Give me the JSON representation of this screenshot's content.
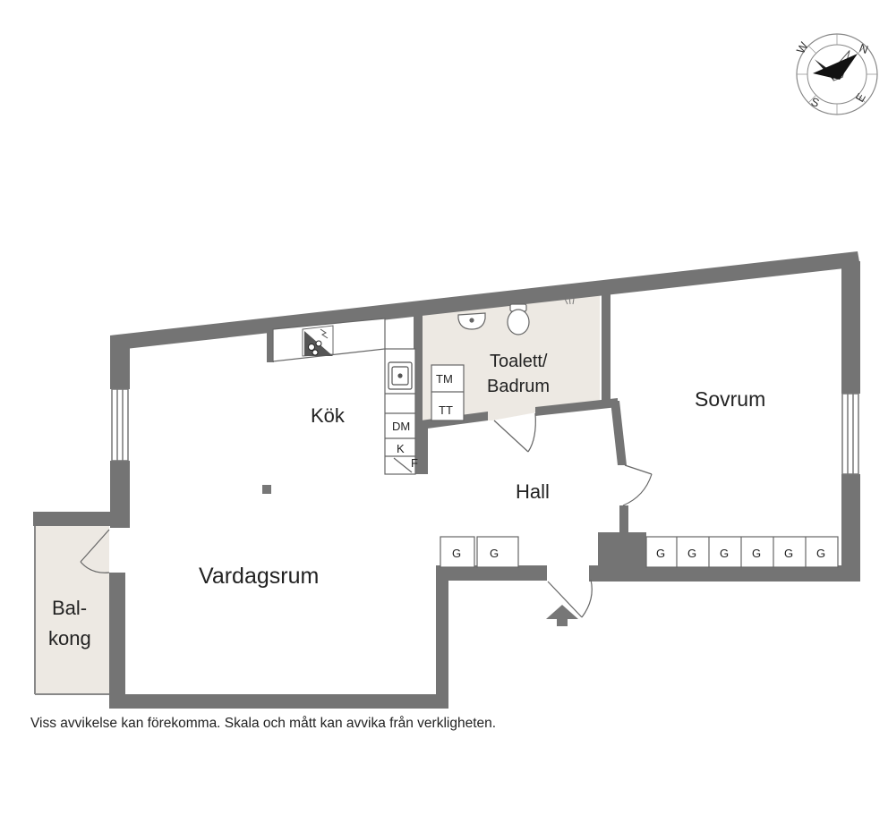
{
  "rooms": {
    "kitchen": "Kök",
    "bathroom_line1": "Toalett/",
    "bathroom_line2": "Badrum",
    "bedroom": "Sovrum",
    "hall": "Hall",
    "living_room": "Vardagsrum",
    "balcony_line1": "Bal-",
    "balcony_line2": "kong"
  },
  "appliances": {
    "washing_machine": "TM",
    "dryer": "TT",
    "dishwasher": "DM",
    "fridge": "K",
    "freezer": "F"
  },
  "wardrobes": {
    "hall": [
      "G",
      "G"
    ],
    "bedroom": [
      "G",
      "G",
      "G",
      "G",
      "G",
      "G"
    ]
  },
  "compass": {
    "n": "N",
    "e": "E",
    "s": "S",
    "w": "W"
  },
  "disclaimer": "Viss avvikelse kan förekomma. Skala och mått kan avvika från verkligheten.",
  "colors": {
    "wall": "#747474",
    "bathroom_floor": "#ede9e3",
    "balcony_floor": "#ede9e3",
    "line": "#555555"
  }
}
